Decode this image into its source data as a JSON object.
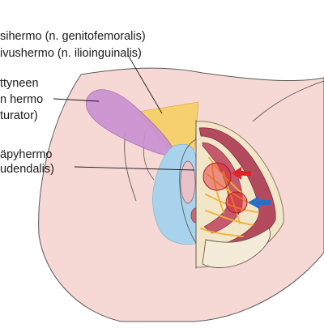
{
  "labels": {
    "genitofemoral": "sihermo (n. genitofemoralis)",
    "ilioinguinal": "ivushermo (n. ilioinguinalis)",
    "obturator_1": "ttyneen",
    "obturator_2": "n hermo",
    "obturator_3": "turator)",
    "pudendal_1": "äpyhermo",
    "pudendal_2": "udendalis)"
  },
  "colors": {
    "skin": "#f6d9d4",
    "skin_outline": "#5a5a5a",
    "genitofemoral_area": "#f6cf6e",
    "obturator_area": "#c98fd1",
    "pudendal_area": "#a9d3ec",
    "muscle": "#b44a5e",
    "nerve": "#f2b035",
    "fat": "#f1e6c8",
    "arrow_red": "#e3232a",
    "arrow_blue": "#2a6fc4"
  },
  "icons": {
    "red_arrow": "arrow-left-red-icon",
    "blue_arrow": "arrow-left-blue-icon"
  }
}
